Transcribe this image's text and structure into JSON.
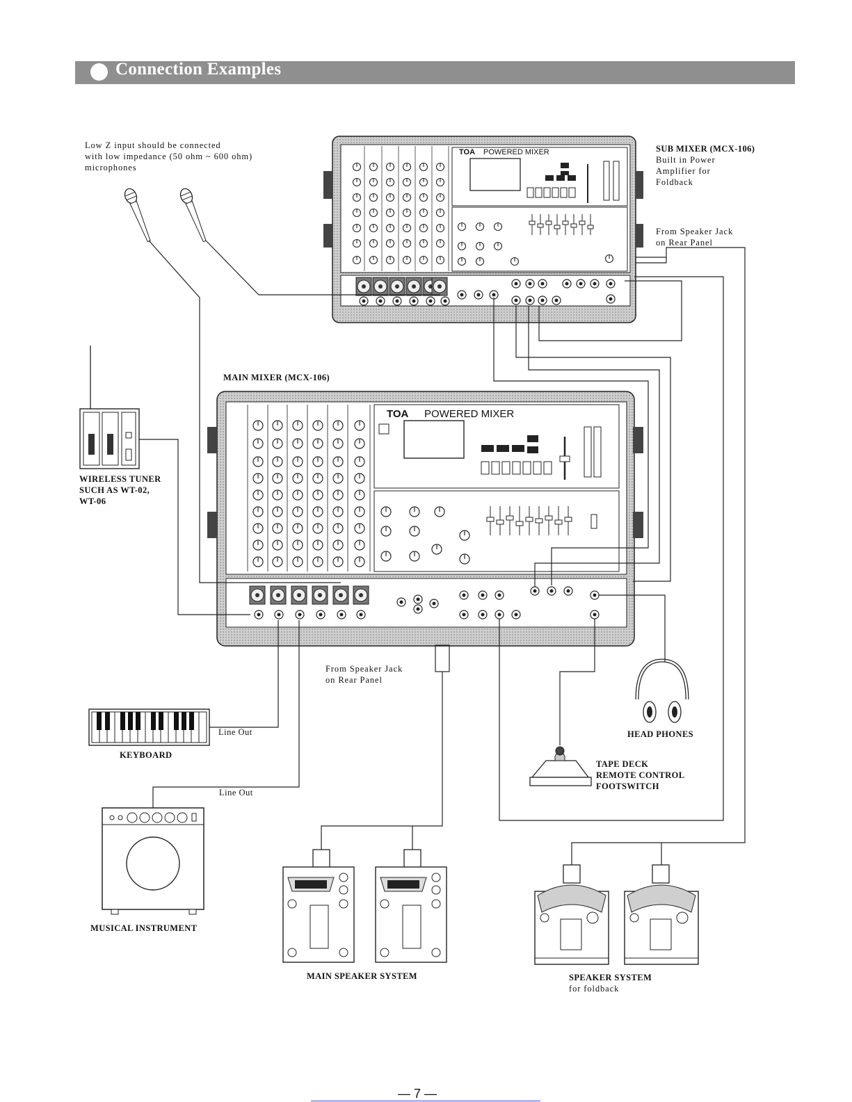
{
  "header": {
    "title": "Connection Examples"
  },
  "notes": {
    "lowz": "Low Z input should be connected\nwith low impedance (50 ohm ~ 600 ohm)\nmicrophones",
    "sub_mixer_title": "SUB MIXER (MCX-106)",
    "sub_mixer_desc": "Built in Power\nAmplifier for\nFoldback",
    "sub_speaker_jack": "From Speaker Jack\non Rear Panel",
    "main_mixer_title": "MAIN MIXER (MCX-106)",
    "main_speaker_jack": "From Speaker Jack\non Rear Panel"
  },
  "mixer": {
    "brand": "TOA",
    "model_text": "POWERED MIXER"
  },
  "devices": {
    "wireless_tuner": "WIRELESS TUNER\nSUCH AS WT-02,\nWT-06",
    "keyboard": "KEYBOARD",
    "musical_instrument": "MUSICAL INSTRUMENT",
    "main_speaker": "MAIN SPEAKER SYSTEM",
    "foldback_speaker": "SPEAKER SYSTEM",
    "foldback_speaker_sub": "for foldback",
    "head_phones": "HEAD PHONES",
    "footswitch": "TAPE DECK\nREMOTE CONTROL\nFOOTSWITCH"
  },
  "line_out_1": "Line Out",
  "line_out_2": "Line Out",
  "page_number": "— 7 —"
}
